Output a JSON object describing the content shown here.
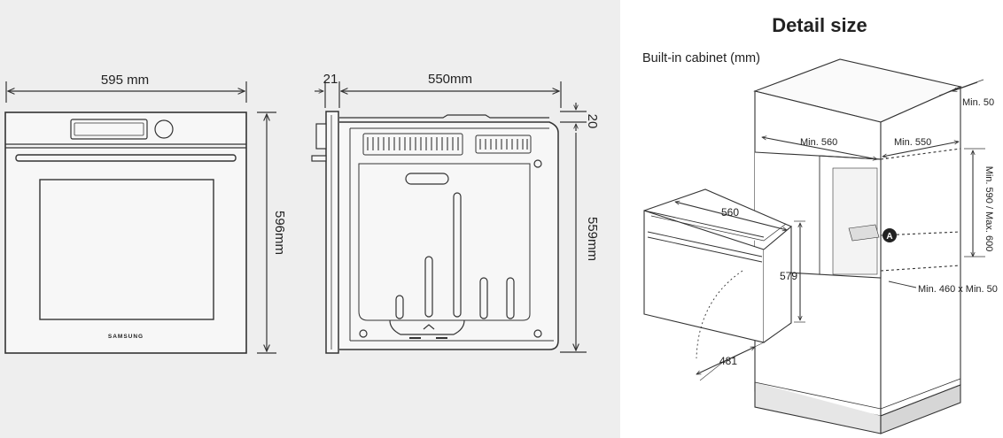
{
  "front_view": {
    "width_label": "595 mm",
    "height_label": "596mm",
    "brand": "SAMSUNG"
  },
  "side_view": {
    "depth_small_label": "21",
    "depth_label": "550mm",
    "top_offset_label": "20",
    "height_label": "559mm"
  },
  "detail": {
    "title": "Detail size",
    "subtitle": "Built-in cabinet (mm)",
    "top_clearance": "Min. 50",
    "cabinet_width": "Min. 560",
    "cabinet_depth": "Min. 550",
    "cabinet_height": "Min. 590 / Max. 600",
    "opening_label": "Min. 460 x Min. 50",
    "marker": "A",
    "oven_width": "560",
    "oven_height": "579",
    "door_swing": "481"
  },
  "colors": {
    "left_panel_bg": "#eeeeee",
    "line": "#333333",
    "marker_fill": "#222222"
  }
}
